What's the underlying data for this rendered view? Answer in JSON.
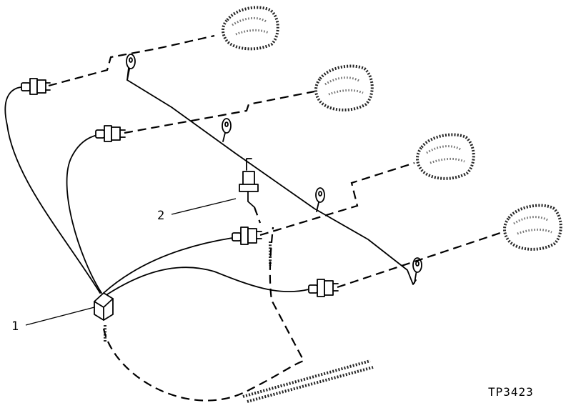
{
  "callouts": [
    {
      "id": "1",
      "label": "1"
    },
    {
      "id": "2",
      "label": "2"
    }
  ],
  "figure_id": "TP3423",
  "colors": {
    "ink": "#000000",
    "paper": "#ffffff"
  }
}
